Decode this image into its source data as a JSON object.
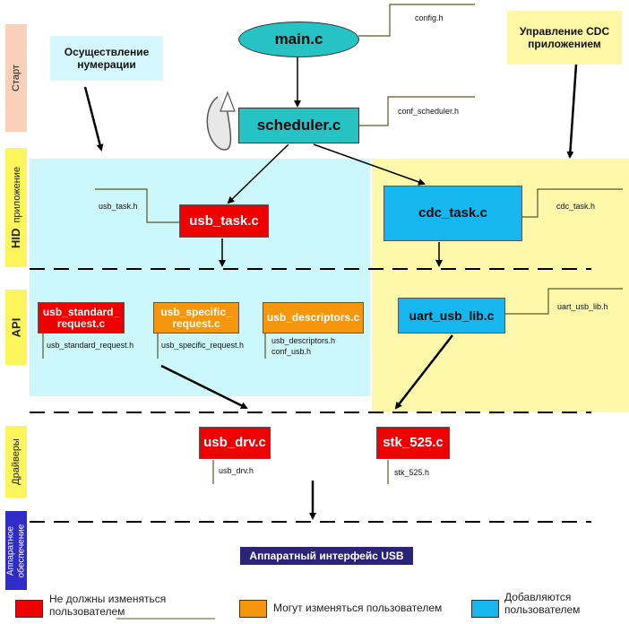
{
  "lanes": {
    "start": "Старт",
    "hid": "HID",
    "app": "приложение",
    "api": "API",
    "drivers": "Драйверы",
    "hardware1": "Аппаратное",
    "hardware2": "обеспечение"
  },
  "notes": {
    "enumeration": "Осуществление нумерации",
    "cdc_management": "Управление CDC приложением"
  },
  "modules": {
    "main": "main.c",
    "scheduler": "scheduler.c",
    "usb_task": "usb_task.c",
    "cdc_task": "cdc_task.c",
    "usb_standard_request": "usb_standard_ request.c",
    "usb_specific_request": "usb_specific_ request.c",
    "usb_descriptors": "usb_descriptors.c",
    "uart_usb_lib": "uart_usb_lib.c",
    "usb_drv": "usb_drv.c",
    "stk_525": "stk_525.c"
  },
  "headers": {
    "config": "config.h",
    "conf_scheduler": "conf_scheduler.h",
    "usb_task": "usb_task.h",
    "cdc_task": "cdc_task.h",
    "usb_standard_request": "usb_standard_request.h",
    "usb_specific_request": "usb_specific_request.h",
    "usb_descriptors": "usb_descriptors.h",
    "conf_usb": "conf_usb.h",
    "uart_usb_lib": "uart_usb_lib.h",
    "usb_drv": "usb_drv.h",
    "stk_525": "stk_525.h"
  },
  "hardware_label": "Аппаратный интерфейс USB",
  "legend": {
    "red_label": "Не должны изменяться пользователем",
    "orange_label": "Могут изменяться пользователем",
    "cyan_label": "Добавляются пользователем"
  },
  "colors": {
    "not_modifiable": "#ee0000",
    "modifiable": "#f5960f",
    "added_by_user": "#16b6ee",
    "hid_region": "#ccf7fb",
    "cdc_region": "#fdf8aa",
    "core": "#27c2c4"
  }
}
